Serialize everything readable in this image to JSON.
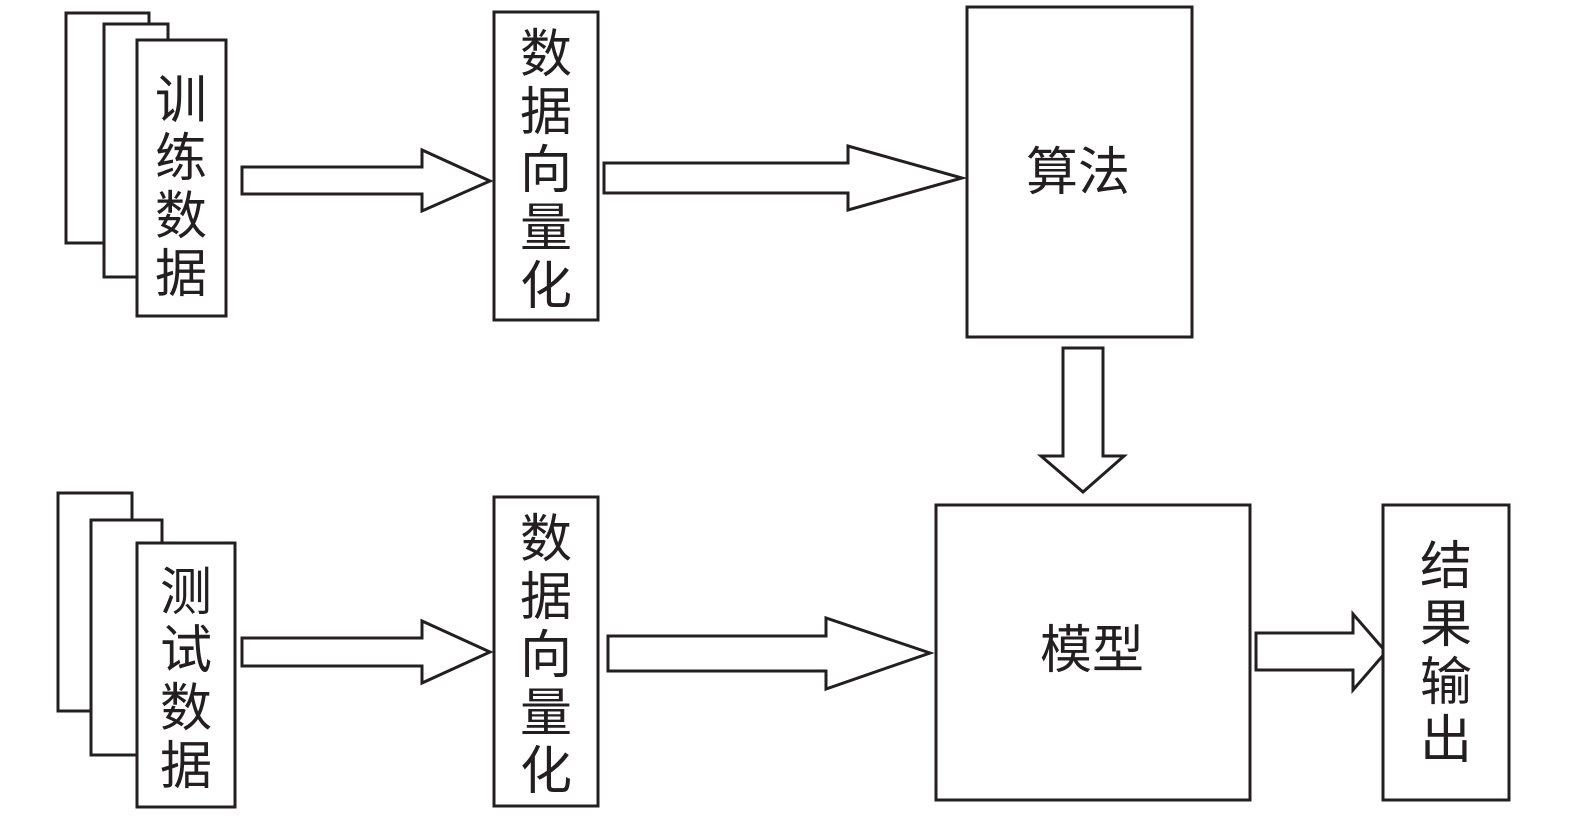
{
  "diagram": {
    "training_data": [
      "训",
      "练",
      "数",
      "据"
    ],
    "vectorize_top": [
      "数",
      "据",
      "向",
      "量",
      "化"
    ],
    "algorithm": "算法",
    "test_data": [
      "测",
      "试",
      "数",
      "据"
    ],
    "vectorize_bottom": [
      "数",
      "据",
      "向",
      "量",
      "化"
    ],
    "model": "模型",
    "result_output": [
      "结",
      "果",
      "输",
      "出"
    ]
  },
  "colors": {
    "stroke": "#231f20",
    "fill": "#ffffff"
  }
}
